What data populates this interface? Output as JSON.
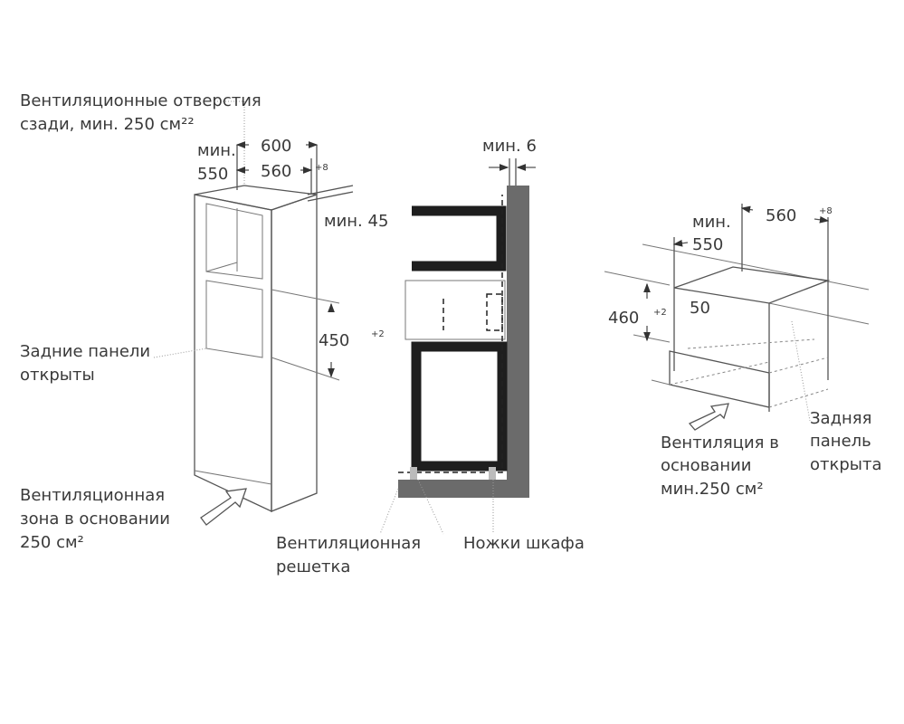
{
  "colors": {
    "ink": "#3a3a3a",
    "wall": "#6b6b6b",
    "appliance": "#1e1e1e",
    "edge_pink": "#d9a3ad"
  },
  "left_diagram": {
    "rear_vent_line1": "Вентиляционные отверстия",
    "rear_vent_line2": "сзади, мин. 250 см²²",
    "min_label": "мин.",
    "depth_550": "550",
    "width_600": "600",
    "width_560": "560",
    "tol_8": "+8",
    "min_45": "мин. 45",
    "height_450": "450",
    "tol_2": "+2",
    "rear_panels_line1": "Задние панели",
    "rear_panels_line2": "открыты",
    "base_vent_line1": "Вентиляционная",
    "base_vent_line2": "зона в основании",
    "base_vent_line3": "250 см²"
  },
  "middle_diagram": {
    "min_6": "мин. 6",
    "grille_line1": "Вентиляционная",
    "grille_line2": "решетка",
    "legs": "Ножки шкафа"
  },
  "right_diagram": {
    "min_label": "мин.",
    "depth_550": "550",
    "width_560": "560",
    "tol_8": "+8",
    "height_460": "460",
    "tol_2": "+2",
    "dim_50": "50",
    "base_vent_line1": "Вентиляция в",
    "base_vent_line2": "основании",
    "base_vent_line3": "мин.250 см²",
    "rear_panel_line1": "Задняя",
    "rear_panel_line2": "панель",
    "rear_panel_line3": "открыта"
  }
}
